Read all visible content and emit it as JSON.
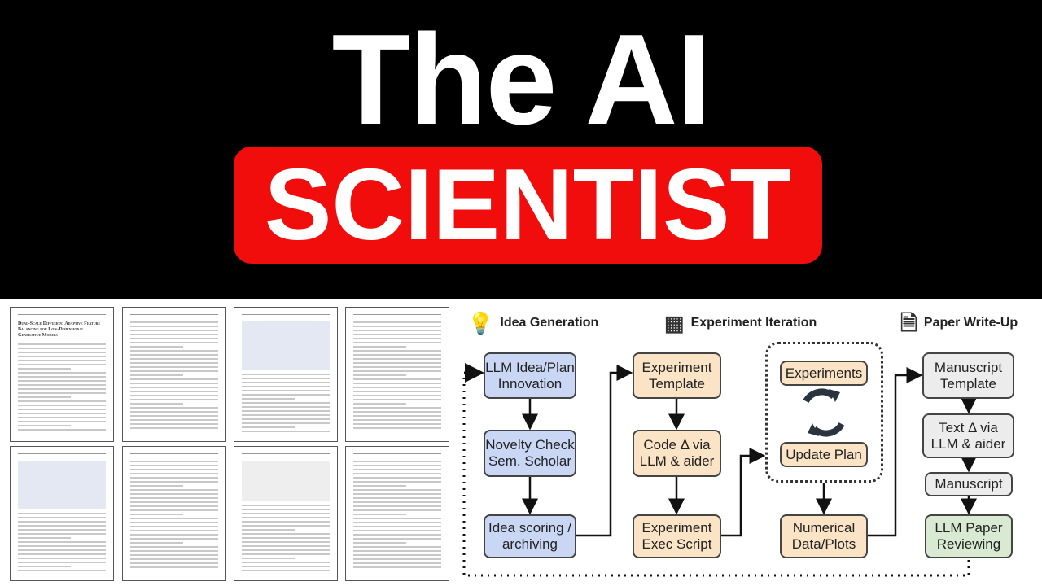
{
  "title": {
    "line1": "The AI",
    "line2": "SCIENTIST"
  },
  "paper_title": "Dual-Scale Diffusion: Adaptive Feature Balancing for Low-Dimensional Generative Models",
  "diagram": {
    "headers": [
      {
        "label": "Idea Generation",
        "icon": "lightbulb-icon"
      },
      {
        "label": "Experiment Iteration",
        "icon": "gpu-card-icon"
      },
      {
        "label": "Paper Write-Up",
        "icon": "document-database-icon"
      }
    ],
    "idea": [
      "LLM Idea/Plan Innovation",
      "Novelty Check Sem. Scholar",
      "Idea scoring / archiving"
    ],
    "experiment": [
      "Experiment Template",
      "Code Δ via LLM & aider",
      "Experiment Exec Script"
    ],
    "loop": [
      "Experiments",
      "Update Plan",
      "Numerical Data/Plots"
    ],
    "writeup": [
      "Manuscript Template",
      "Text Δ via LLM & aider",
      "Manuscript",
      "LLM Paper Reviewing"
    ],
    "colors": {
      "idea": "#c9d7f5",
      "experiment": "#fbe3c6",
      "writeup": "#ececec",
      "review": "#d8ead2",
      "banner": "#f20d0d"
    }
  }
}
